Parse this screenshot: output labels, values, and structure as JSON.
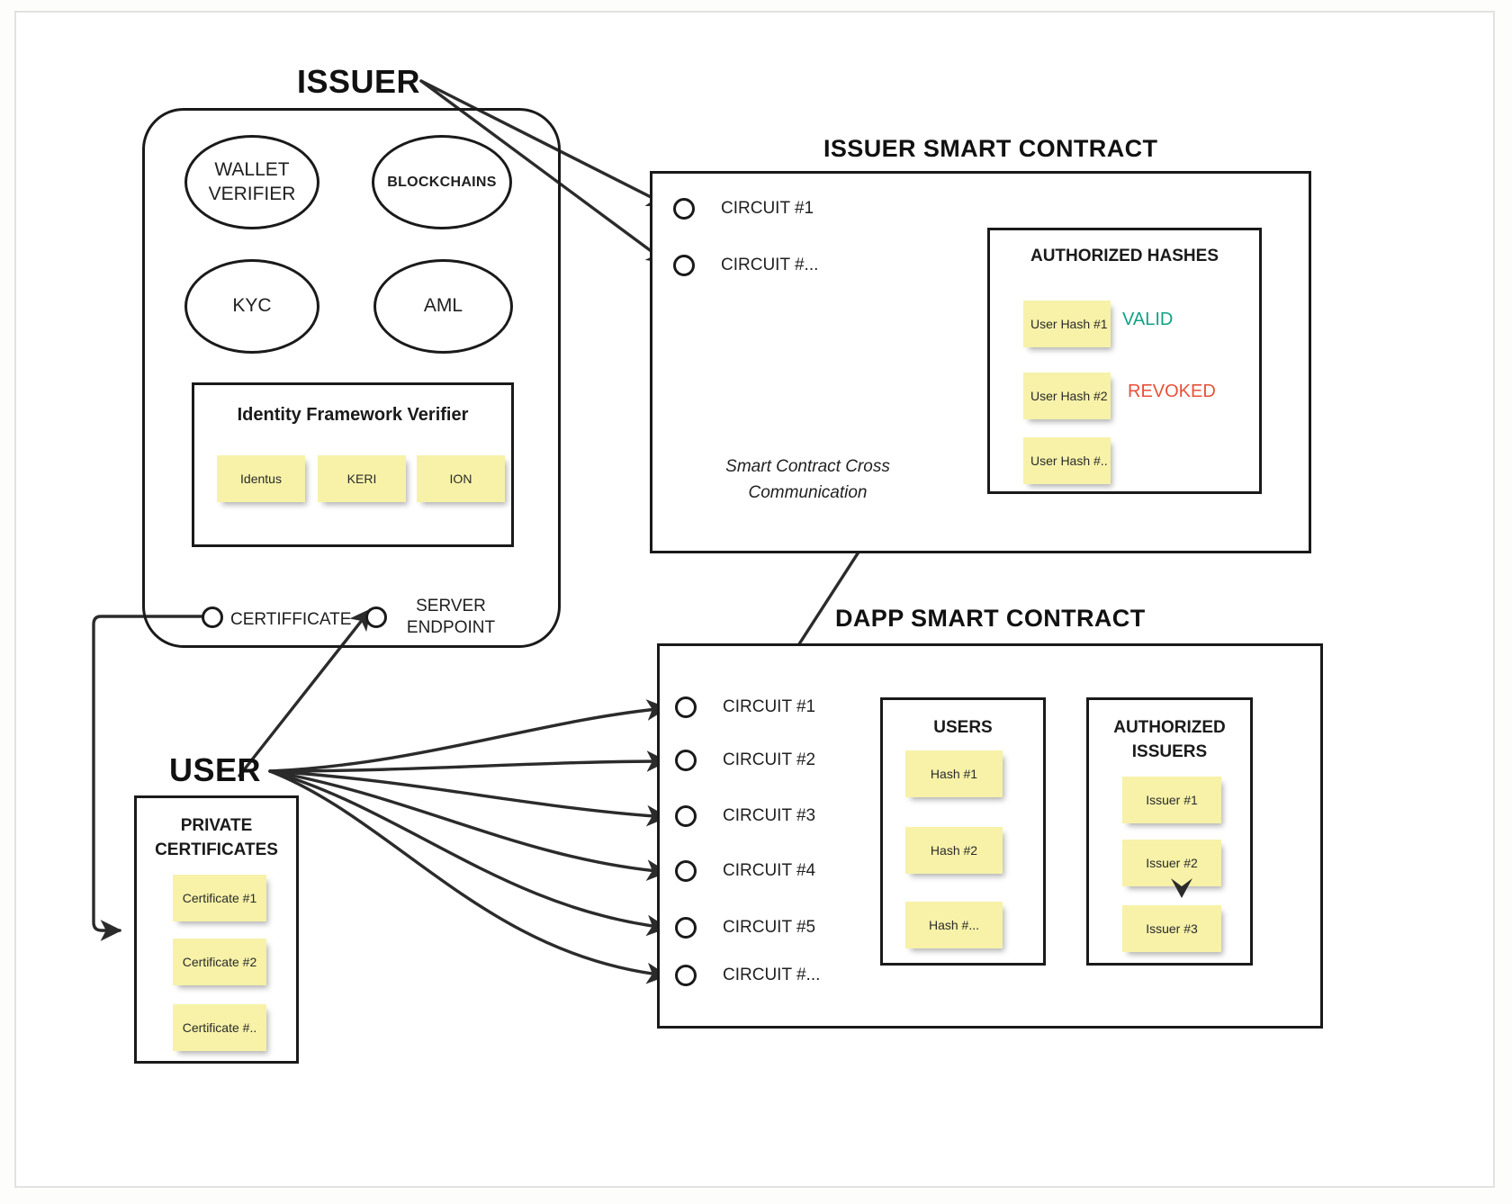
{
  "diagram": {
    "issuer": {
      "label": "ISSUER",
      "capabilities": [
        {
          "name": "WALLET VERIFIER"
        },
        {
          "name": "BLOCKCHAINS"
        },
        {
          "name": "KYC"
        },
        {
          "name": "AML"
        }
      ],
      "identity_framework": {
        "title": "Identity Framework Verifier",
        "frameworks": [
          "Identus",
          "KERI",
          "ION"
        ]
      },
      "endpoints": [
        {
          "label": "CERTIFFICATE"
        },
        {
          "label": "SERVER ENDPOINT"
        }
      ]
    },
    "issuer_smart_contract": {
      "title": "ISSUER SMART CONTRACT",
      "circuits": [
        "CIRCUIT #1",
        "CIRCUIT #..."
      ],
      "cross_communication_note": "Smart Contract Cross Communication",
      "authorized_hashes": {
        "title": "AUTHORIZED HASHES",
        "rows": [
          {
            "hash": "User Hash #1",
            "status": "VALID",
            "status_color": "#12A187"
          },
          {
            "hash": "User Hash #2",
            "status": "REVOKED",
            "status_color": "#E8503A"
          },
          {
            "hash": "User Hash #..",
            "status": "",
            "status_color": ""
          }
        ]
      }
    },
    "dapp_smart_contract": {
      "title": "DAPP SMART CONTRACT",
      "circuits": [
        "CIRCUIT #1",
        "CIRCUIT #2",
        "CIRCUIT #3",
        "CIRCUIT #4",
        "CIRCUIT #5",
        "CIRCUIT #..."
      ],
      "users": {
        "title": "USERS",
        "hashes": [
          "Hash #1",
          "Hash #2",
          "Hash #..."
        ]
      },
      "authorized_issuers": {
        "title": "AUTHORIZED ISSUERS",
        "issuers": [
          "Issuer #1",
          "Issuer #2",
          "Issuer #3"
        ]
      }
    },
    "user": {
      "label": "USER",
      "private_certificates": {
        "title": "PRIVATE CERTIFICATES",
        "certificates": [
          "Certificate #1",
          "Certificate #2",
          "Certificate #.."
        ]
      }
    },
    "colors": {
      "stroke": "#1a1a1a",
      "note": "#f7f2a8",
      "valid": "#12A187",
      "revoked": "#E8503A"
    }
  }
}
